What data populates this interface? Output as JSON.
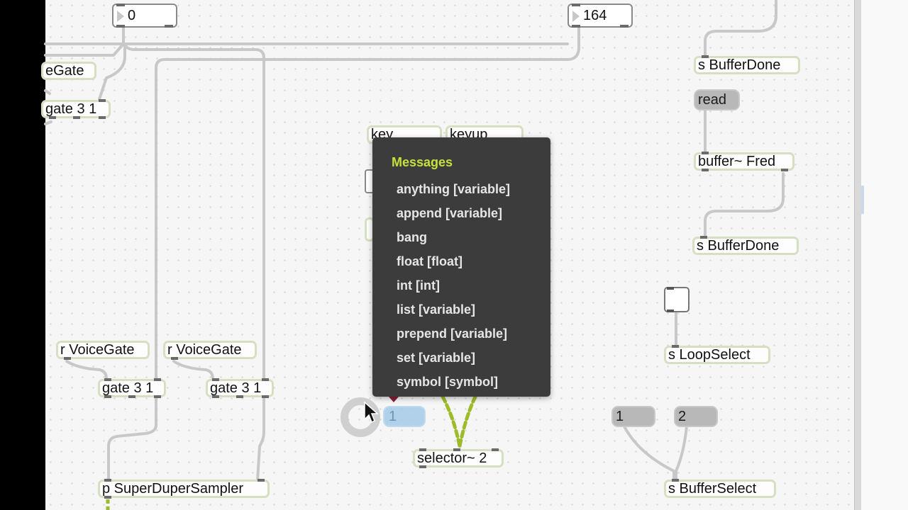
{
  "numbers": {
    "left_value": "0",
    "right_value": "164"
  },
  "objects": {
    "voicegate_partial": "eGate",
    "gate_top": "gate 3 1",
    "key": "key",
    "keyup": "keyup",
    "r_voicegate_1": "r VoiceGate",
    "r_voicegate_2": "r VoiceGate",
    "gate_1": "gate 3 1",
    "gate_2": "gate 3 1",
    "p_sampler": "p SuperDuperSampler",
    "selector": "selector~ 2",
    "s_bufferdone_1": "s BufferDone",
    "buffer": "buffer~ Fred",
    "s_bufferdone_2": "s BufferDone",
    "s_loopselect": "s LoopSelect",
    "s_bufferselect": "s BufferSelect"
  },
  "messages": {
    "read": "read",
    "one": "1",
    "two": "2",
    "highlighted": "1"
  },
  "popup": {
    "title": "Messages",
    "items": [
      "anything [variable]",
      "append [variable]",
      "bang",
      "float [float]",
      "int [int]",
      "list [variable]",
      "prepend [variable]",
      "set [variable]",
      "symbol [symbol]"
    ]
  },
  "colors": {
    "popup_bg": "#3c3c3c",
    "popup_title": "#c6e13c",
    "object_border": "#d7dfc2",
    "patch_cord": "#c8c8c8",
    "signal_cord": "#9ebb2a"
  }
}
